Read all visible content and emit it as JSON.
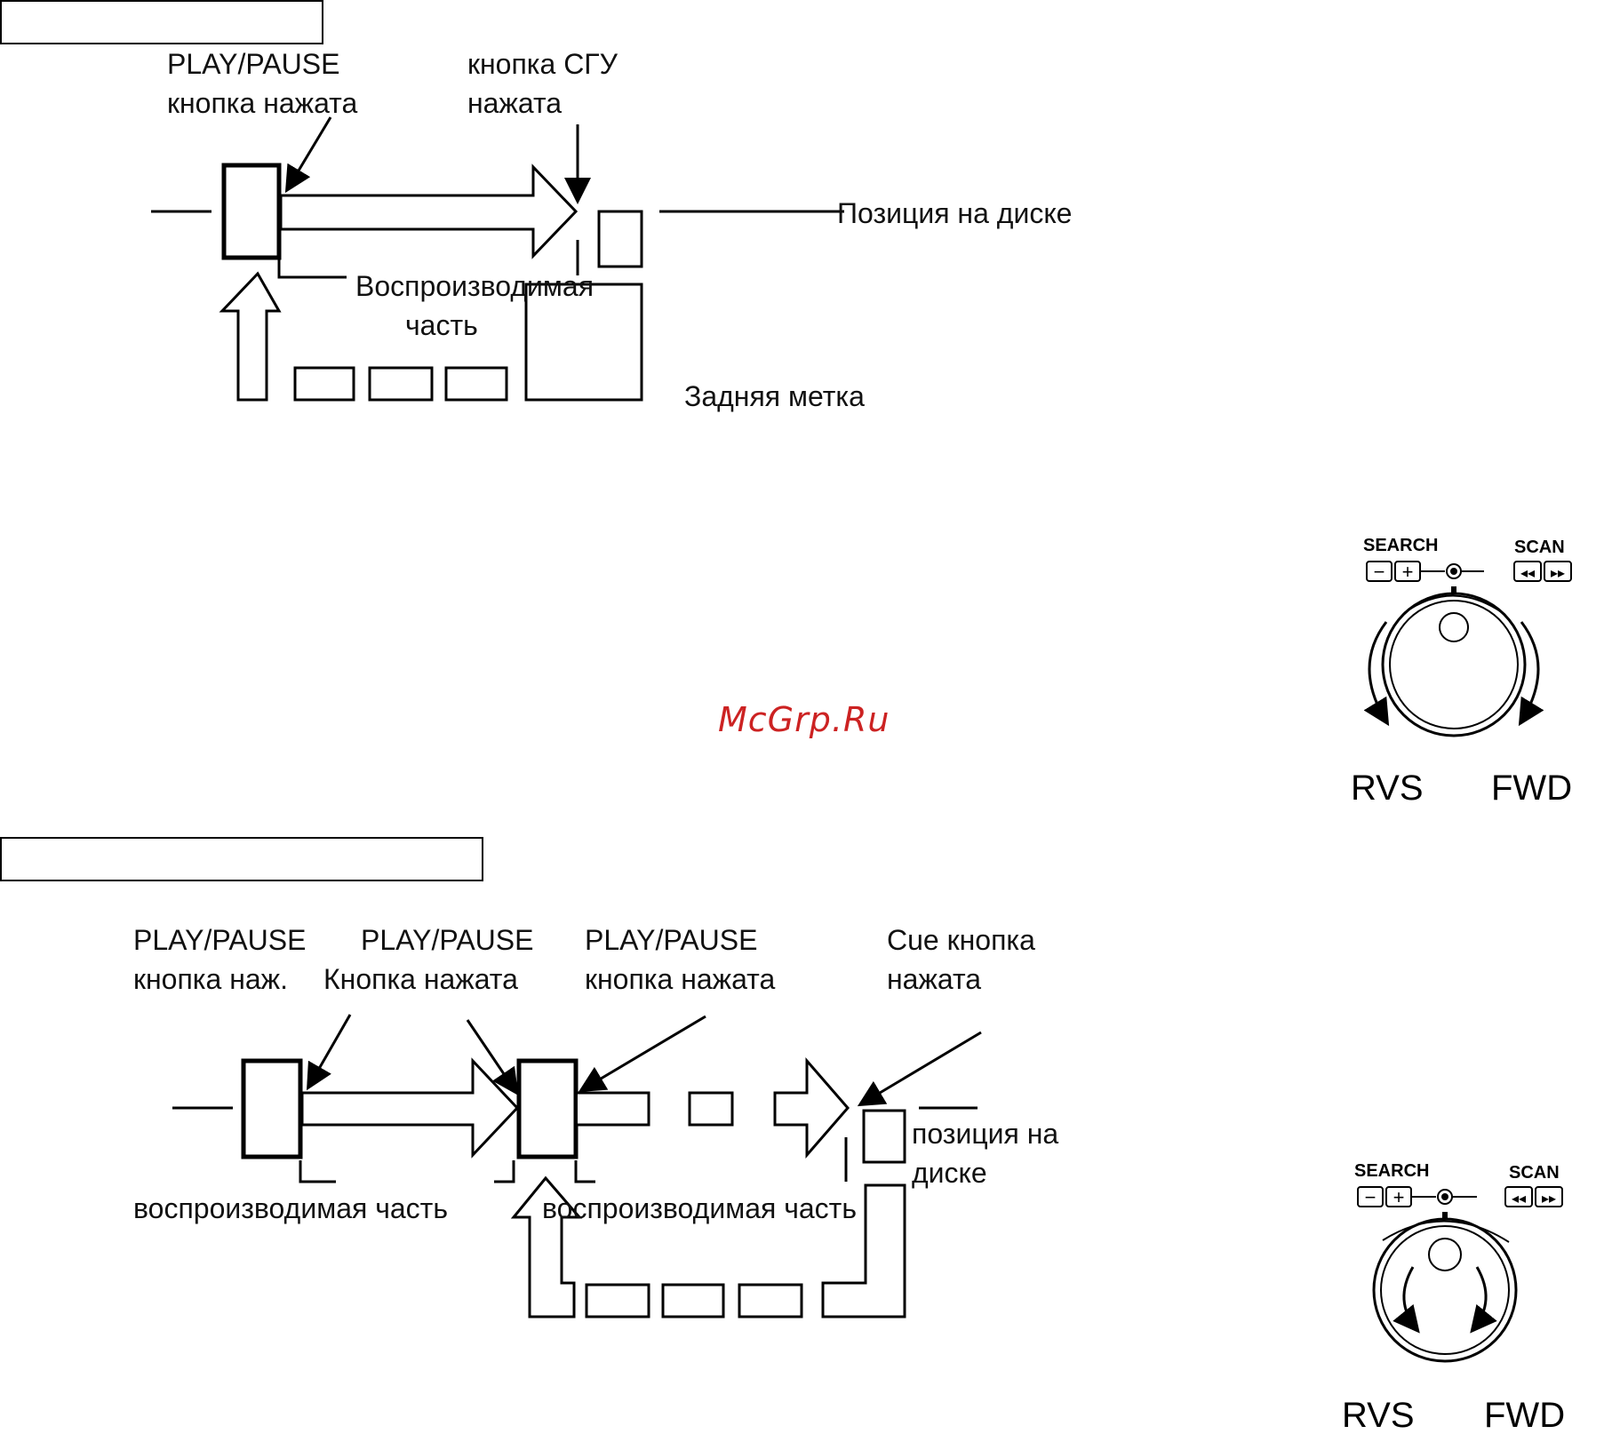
{
  "watermark": "McGrp.Ru",
  "section1": {
    "label_play_pause": [
      "PLAY/PAUSE",
      "кнопка нажата"
    ],
    "label_sgu": [
      "кнопка  СГУ",
      "нажата"
    ],
    "label_position": "Позиция на диске",
    "label_played_part": [
      "Воспроизводимая",
      "часть"
    ],
    "label_rear_mark": "Задняя метка"
  },
  "section2": {
    "label_pp1": [
      "PLAY/PAUSE",
      "кнопка наж."
    ],
    "label_pp2": [
      "PLAY/PAUSE",
      "Кнопка нажата"
    ],
    "label_pp3": [
      "PLAY/PAUSE",
      "кнопка нажата"
    ],
    "label_cue": [
      "Cue кнопка",
      "нажата"
    ],
    "label_position": [
      "позиция  на",
      "диске"
    ],
    "label_played_part_1": "воспроизводимая часть",
    "label_played_part_2": "воспроизводимая часть"
  },
  "dial": {
    "search_label": "SEARCH",
    "scan_label": "SCAN",
    "minus": "−",
    "plus": "+",
    "rew": "◂◂",
    "ff": "▸▸",
    "rvs": "RVS",
    "fwd": "FWD"
  }
}
